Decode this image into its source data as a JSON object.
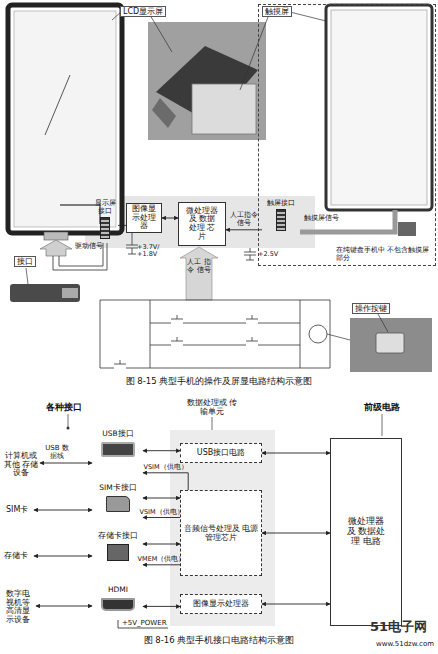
{
  "diagram": {
    "nodes": [
      {
        "text": [
          "显示屏接口"
        ]
      },
      {
        "text": [
          "图像显示处理器"
        ]
      },
      {
        "text": [
          "微处理器 及 数据处理 芯片"
        ]
      },
      {
        "text": [
          "在纯键盘手机中 不包含触摸屏部分"
        ]
      },
      {
        "text": [
          "触屏接口"
        ],
        "in": 3
      },
      {
        "text": [
          "USB接口"
        ]
      },
      {
        "text": [
          "SIM卡接口"
        ]
      },
      {
        "text": [
          "存储卡接口"
        ]
      },
      {
        "text": [
          "HDMI"
        ]
      },
      {
        "text": [
          "USB接口电路"
        ]
      },
      {
        "text": [
          "音频信号处理及 电源管理芯片"
        ]
      },
      {
        "text": [
          "图像显示处理器"
        ]
      },
      {
        "text": [
          "微处理器 及 数据处理 电路"
        ]
      }
    ],
    "edges": [
      {
        "from": 0,
        "to": 1,
        "arrow": "none"
      },
      {
        "from": 1,
        "to": 2,
        "arrow": "both"
      },
      {
        "from": 4,
        "to": 2,
        "label": "人工指令信号",
        "arrow": "to"
      },
      {
        "from": 5,
        "to": 9,
        "arrow": "both"
      },
      {
        "from": 9,
        "to": 12,
        "arrow": "both"
      },
      {
        "from": 6,
        "to": 10,
        "arrow": "both"
      },
      {
        "from": 7,
        "to": 10,
        "arrow": "both"
      },
      {
        "from": 10,
        "to": 12,
        "arrow": "both"
      },
      {
        "from": 8,
        "to": 11,
        "arrow": "both"
      },
      {
        "from": 11,
        "to": 12,
        "arrow": "both"
      },
      {
        "from": 10,
        "to": 5,
        "label": "VSIM（供电）",
        "arrow": "to"
      },
      {
        "from": 10,
        "to": 6,
        "label": "VSIM（供电）",
        "arrow": "to"
      },
      {
        "from": 10,
        "to": 7,
        "label": "VMEM（供电）",
        "arrow": "to"
      }
    ],
    "labels": [
      "LCD显示屏",
      "触摸屏",
      "驱动信号",
      "触摸屏信号",
      "接口",
      "+3.7V/ +1.8V",
      "+2.5V",
      "人工 指令 信号",
      "操作按键",
      "图 8-15 典型手机的操作及屏显电路结构示意图",
      "各种接口",
      "数据处理或 传输单元",
      "前级电路",
      "计算机或 其他 存储设备",
      "USB 数据线",
      "SIM卡",
      "存储卡",
      "数字电 视机等 高清显 示设备",
      "+5V_POWER",
      "图 8-16 典型手机接口电路结构示意图",
      "51电子网",
      "www.51dzw.com"
    ]
  }
}
